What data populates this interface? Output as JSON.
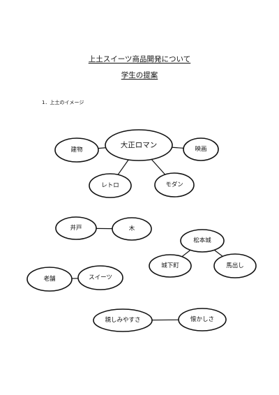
{
  "document": {
    "title": "上土スイーツ商品開発について",
    "subtitle": "学生の提案",
    "section_heading": "1．上土のイメージ"
  },
  "diagram": {
    "nodes": [
      {
        "id": "taisho",
        "label": "大正ロマン"
      },
      {
        "id": "kenbutsu",
        "label": "建物"
      },
      {
        "id": "eiga",
        "label": "映画"
      },
      {
        "id": "retro",
        "label": "レトロ"
      },
      {
        "id": "modern",
        "label": "モダン"
      },
      {
        "id": "ido",
        "label": "井戸"
      },
      {
        "id": "ki",
        "label": "木"
      },
      {
        "id": "matsumoto",
        "label": "松本城"
      },
      {
        "id": "jokamachi",
        "label": "城下町"
      },
      {
        "id": "badashi",
        "label": "馬出し"
      },
      {
        "id": "shinise",
        "label": "老舗"
      },
      {
        "id": "sweets",
        "label": "スイーツ"
      },
      {
        "id": "shitashimi",
        "label": "親しみやすさ"
      },
      {
        "id": "natsukashisa",
        "label": "懐かしさ"
      }
    ],
    "edges": [
      [
        "taisho",
        "kenbutsu"
      ],
      [
        "taisho",
        "eiga"
      ],
      [
        "taisho",
        "retro"
      ],
      [
        "taisho",
        "modern"
      ],
      [
        "ido",
        "ki"
      ],
      [
        "matsumoto",
        "jokamachi"
      ],
      [
        "matsumoto",
        "badashi"
      ],
      [
        "shinise",
        "sweets"
      ],
      [
        "shitashimi",
        "natsukashisa"
      ]
    ]
  }
}
